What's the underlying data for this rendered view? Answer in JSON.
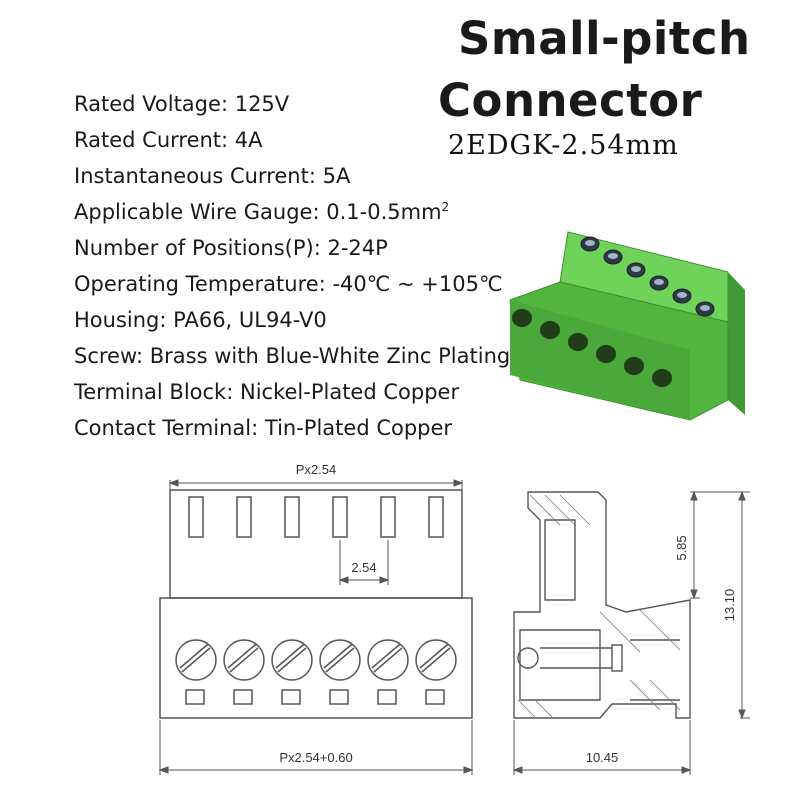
{
  "title": {
    "line1": "Small-pitch",
    "line2": "Connector",
    "model": "2EDGK-2.54mm"
  },
  "specs": [
    {
      "label": "Rated Voltage",
      "value": "125V"
    },
    {
      "label": "Rated Current",
      "value": "4A"
    },
    {
      "label": "Instantaneous Current",
      "value": "5A"
    },
    {
      "label": "Applicable Wire Gauge",
      "value": "0.1-0.5mm",
      "sup": "2"
    },
    {
      "label": "Number of Positions(P)",
      "value": "2-24P"
    },
    {
      "label": "Operating Temperature",
      "value": "-40℃ ~ +105℃"
    },
    {
      "label": "Housing",
      "value": "PA66, UL94-V0"
    },
    {
      "label": "Screw",
      "value": "Brass with Blue-White Zinc Plating"
    },
    {
      "label": "Terminal Block",
      "value": "Nickel-Plated Copper"
    },
    {
      "label": "Contact Terminal",
      "value": "Tin-Plated Copper"
    }
  ],
  "drawing": {
    "front_top_width": "Px2.54",
    "pitch": "2.54",
    "front_bottom_width": "Px2.54+0.60",
    "side_height_upper": "5.85",
    "side_height_total": "13.10",
    "side_depth": "10.45"
  },
  "colors": {
    "connector_green": "#5cc04a",
    "drawing_line": "#555555"
  }
}
